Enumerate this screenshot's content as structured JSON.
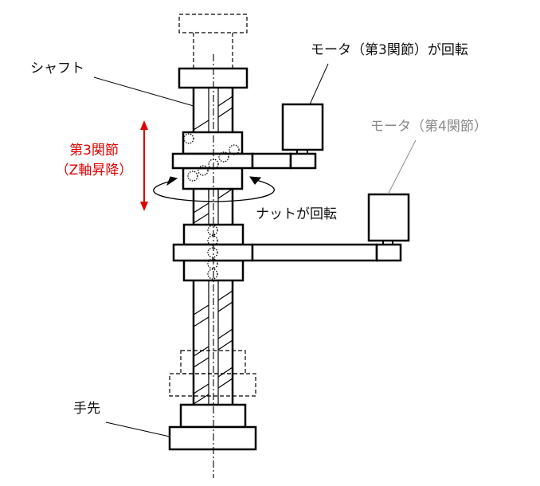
{
  "labels": {
    "shaft": "シャフト",
    "joint3_line1": "第3関節",
    "joint3_line2": "（Z軸昇降）",
    "motor3_rotates": "モータ（第3関節）が回転",
    "motor4": "モータ（第4関節）",
    "nut_rotates": "ナットが回転",
    "hand": "手先"
  },
  "colors": {
    "line": "#000000",
    "accent_red": "#e00000",
    "muted_gray": "#8a8a8a"
  }
}
